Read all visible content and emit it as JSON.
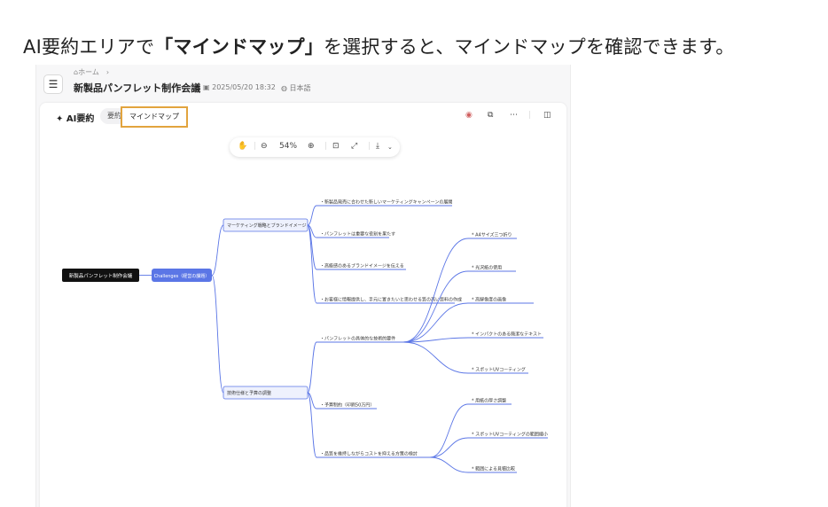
{
  "headline": {
    "before": "AI要約エリアで",
    "emphasis": "「マインドマップ」",
    "after": "を選択すると、マインドマップを確認できます。"
  },
  "app": {
    "breadcrumb": "ホーム",
    "doc_title": "新製品パンフレット制作会議",
    "datetime": "2025/05/20 18:32",
    "language": "日本語",
    "ai_summary_label": "AI要約",
    "tabs": [
      "要約",
      "マインドマップ"
    ],
    "selected_tab": "マインドマップ",
    "zoom": "54%",
    "highlight_color": "#e2a43e"
  },
  "mindmap": {
    "root": "新製品パンフレット制作会議",
    "level1": "Challenges（経営の課題）",
    "branches": [
      {
        "label": "マーケティング戦略とブランドイメージ",
        "children": [
          "・新製品発売に合わせた新しいマーケティングキャンペーンの展開",
          "・パンフレットは重要な役割を果たす",
          "・高級感のあるブランドイメージを伝える",
          "・お客様に情報提供し、手元に置きたいと思わせる質の高い資料の作成"
        ]
      },
      {
        "label": "技術仕様と予算の調整",
        "children": [
          {
            "label": "・パンフレットの具体的な技術的要件",
            "children": [
              "* A4サイズ三つ折り",
              "* 光沢紙の使用",
              "* 高解像度の画像",
              "* インパクトのある簡潔なテキスト",
              "* スポットUVコーティング"
            ]
          },
          {
            "label": "・予算制約（印刷50万円）",
            "children": []
          },
          {
            "label": "・品質を維持しながらコストを抑える方策の検討",
            "children": [
              "* 用紙の厚さ調整",
              "* スポットUVコーティングの範囲縮小",
              "* 範囲による見積比較"
            ]
          }
        ]
      }
    ]
  }
}
